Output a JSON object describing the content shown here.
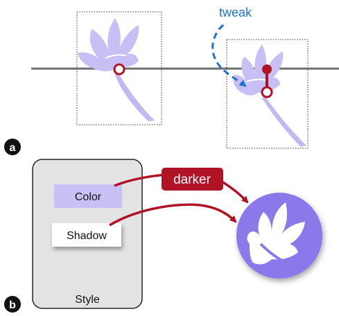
{
  "panel_a": {
    "label": "a",
    "annotation": "tweak"
  },
  "panel_b": {
    "label": "b",
    "style_card_title": "Style",
    "color_item": "Color",
    "shadow_item": "Shadow",
    "arrow_label": "darker"
  },
  "colors": {
    "flower": "#c8c0f4",
    "flower_shadow": "#b7adef",
    "stem": "#c3b9f2",
    "axis_line": "#6e6e6e",
    "handle_red": "#b01226",
    "tweak_blue": "#1f6fd6",
    "darker_badge": "#b01226",
    "icon_circle": "#8b78ea",
    "style_card_bg": "#e3e3e3",
    "color_item_bg": "#c9c1f5"
  }
}
